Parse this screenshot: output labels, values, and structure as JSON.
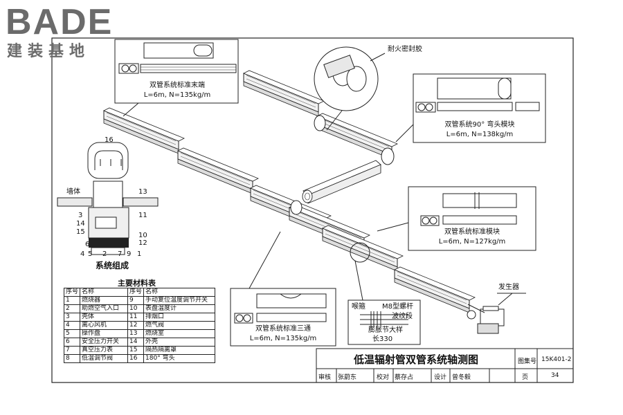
{
  "logo": {
    "brand": "BADE",
    "subtitle": "建装基地"
  },
  "callouts": {
    "end": {
      "title": "双管系统标准末端",
      "spec": "L=6m, N=135kg/m"
    },
    "fire": {
      "title": "耐火密封胶"
    },
    "elbow": {
      "title": "双管系统90° 弯头模块",
      "spec": "L=6m, N=138kg/m"
    },
    "standard": {
      "title": "双管系统标准模块",
      "spec": "L=6m, N=127kg/m"
    },
    "tee": {
      "title": "双管系统标准三通",
      "spec": "L=6m, N=135kg/m"
    },
    "generator": {
      "title": "发生器"
    },
    "expansion": {
      "left": "喉箍",
      "bolt": "M8型螺杆",
      "bellows": "波纹段",
      "name": "膨胀节大样",
      "length": "长330"
    }
  },
  "system": {
    "title": "系统组成",
    "wall": "墙体",
    "numbers": [
      "16",
      "13",
      "3",
      "14",
      "15",
      "11",
      "10",
      "12",
      "6",
      "4",
      "5",
      "2",
      "7",
      "9",
      "1"
    ]
  },
  "materials": {
    "title": "主要材料表",
    "headers": [
      "序号",
      "名称",
      "序号",
      "名称"
    ],
    "rows": [
      [
        "1",
        "燃烧器",
        "9",
        "手动复位温度调节开关"
      ],
      [
        "2",
        "助燃空气入口",
        "10",
        "表盘温度计"
      ],
      [
        "3",
        "壳体",
        "11",
        "排烟口"
      ],
      [
        "4",
        "离心风机",
        "12",
        "燃气阀"
      ],
      [
        "5",
        "操作盘",
        "13",
        "燃烧室"
      ],
      [
        "6",
        "安全压力开关",
        "14",
        "外壳"
      ],
      [
        "7",
        "真空压力表",
        "15",
        "隔热隔离罩"
      ],
      [
        "8",
        "低温调节阀",
        "16",
        "180° 弯头"
      ]
    ]
  },
  "titleblock": {
    "title": "低温辐射管双管系统轴测图",
    "atlas_label": "图集号",
    "atlas_no": "15K401-2",
    "review_label": "审核",
    "reviewer": "张蔚东",
    "check_label": "校对",
    "checker": "蔡存占",
    "design_label": "设计",
    "designer": "曾冬毅",
    "page_label": "页",
    "page_no": "34"
  }
}
